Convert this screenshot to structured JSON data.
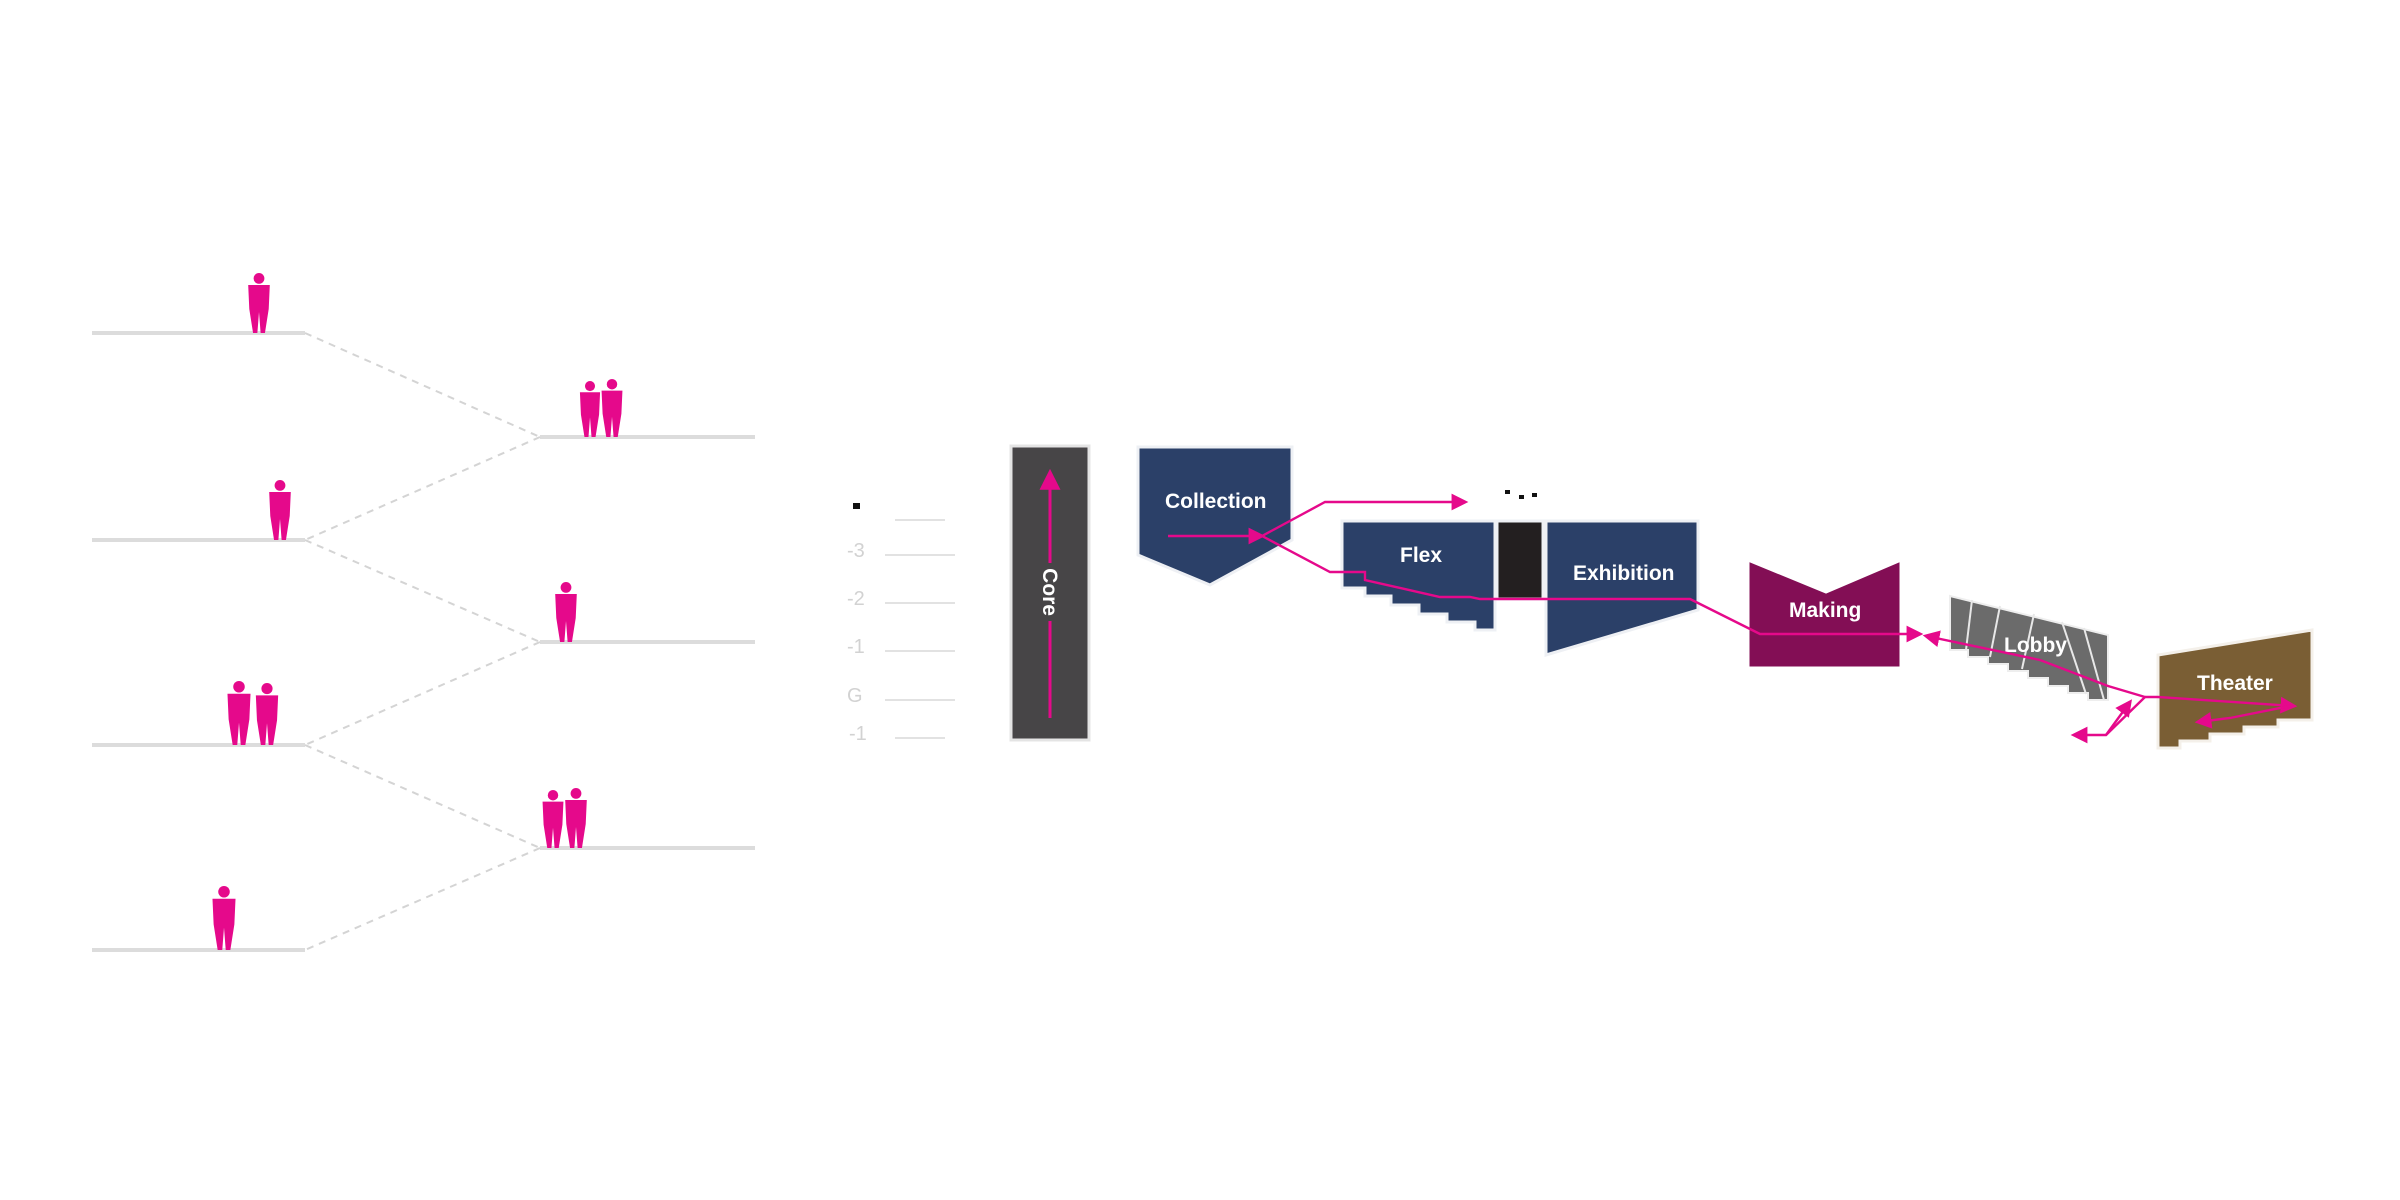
{
  "diagram": {
    "levels": [
      "-",
      "-3",
      "-2",
      "-1",
      "G",
      "-1"
    ],
    "core": {
      "label": "Core",
      "color": "#474547"
    },
    "rooms": [
      {
        "id": "collection",
        "label": "Collection",
        "color": "#2b4068"
      },
      {
        "id": "flex",
        "label": "Flex",
        "color": "#2b4068"
      },
      {
        "id": "exhibition",
        "label": "Exhibition",
        "color": "#2b4068"
      },
      {
        "id": "making",
        "label": "Making",
        "color": "#830e55"
      },
      {
        "id": "lobby",
        "label": "Lobby",
        "color": "#6b6b6b"
      },
      {
        "id": "theater",
        "label": "Theater",
        "color": "#7a5e34"
      }
    ],
    "connector": {
      "color": "#231f20"
    },
    "circulation_color": "#e5098b",
    "figure_color": "#e5098b",
    "platform_color": "#dcdcdc"
  }
}
